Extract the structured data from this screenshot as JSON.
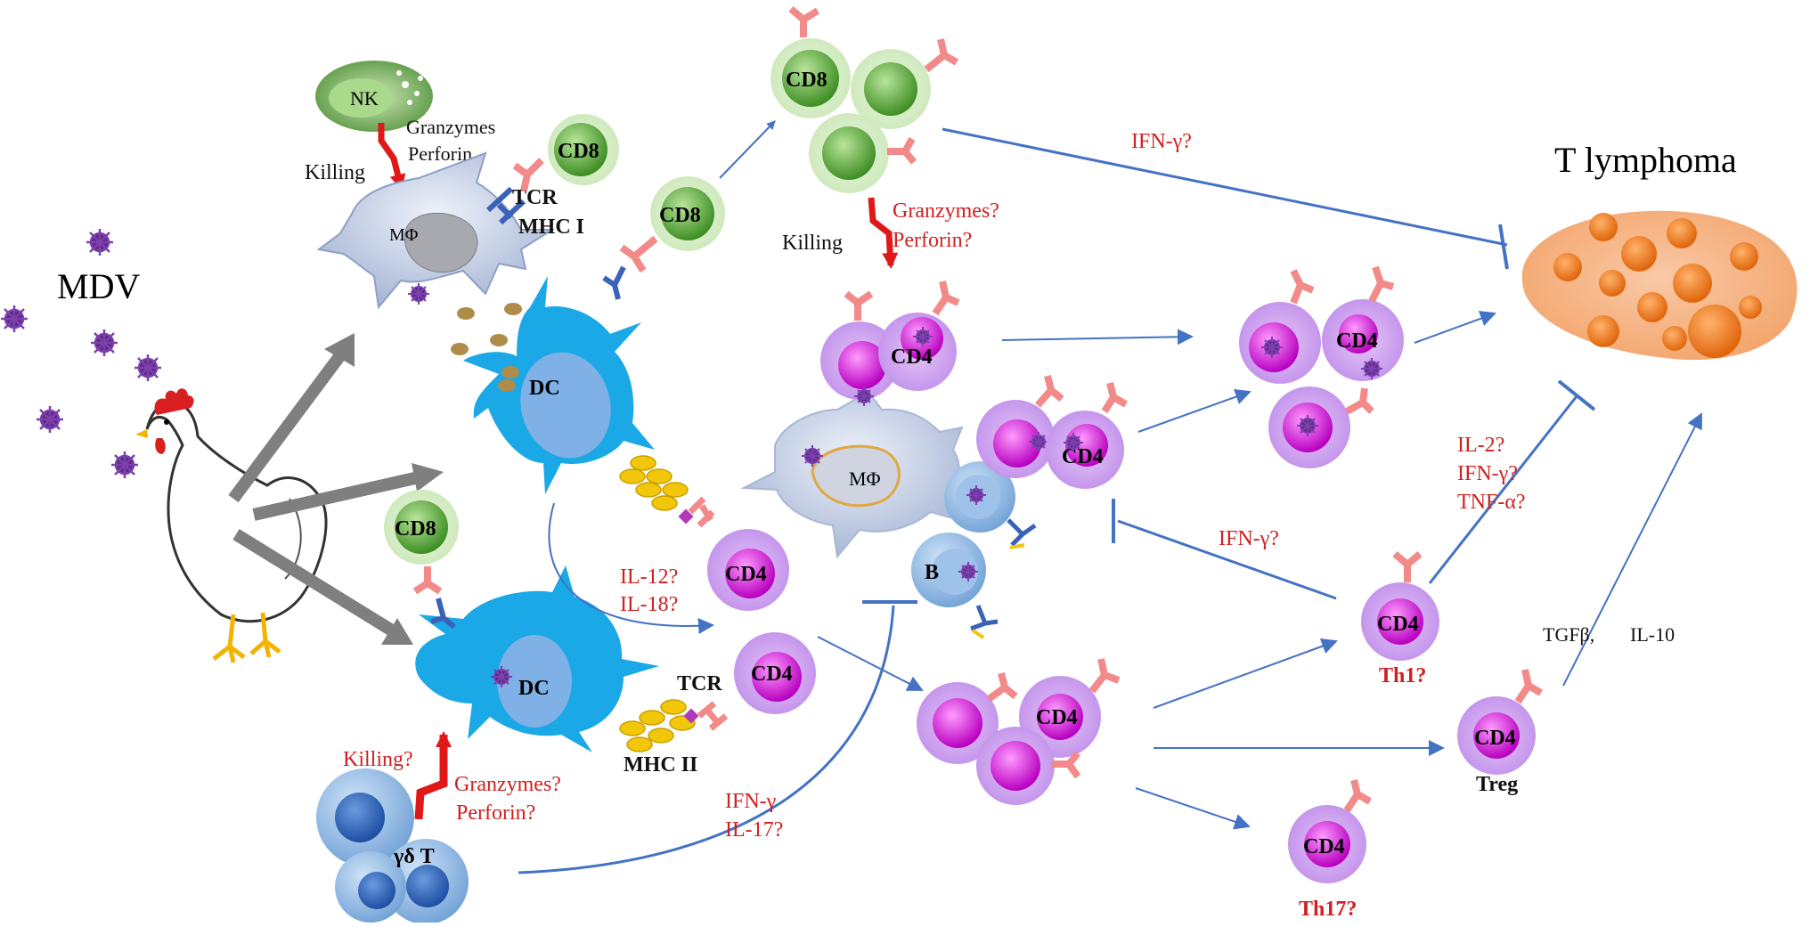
{
  "title": "T lymphoma",
  "virus_label": "MDV",
  "colors": {
    "accent_red": "#d02020",
    "arrow_blue": "#4472c4",
    "inhibit_blue": "#4472c4",
    "big_arrow_gray": "#7f7f7f",
    "cd8_green": "#5aa832",
    "cd4_magenta": "#d21bd2",
    "dc_cyan": "#1aa8e6",
    "virus_purple": "#5b2c83"
  },
  "cells": {
    "nk": "NK",
    "mphi_top": "MΦ",
    "mphi_mid": "MΦ",
    "dc_top": "DC",
    "dc_bottom": "DC",
    "gd_t": "γδ T",
    "b_cell": "B",
    "cd8_a": "CD8",
    "cd8_b": "CD8",
    "cd8_c": "CD8",
    "cd8_d": "CD8",
    "cd4_a": "CD4",
    "cd4_b": "CD4",
    "cd4_c": "CD4",
    "cd4_d": "CD4",
    "cd4_e": "CD4",
    "cd4_f": "CD4",
    "cd4_g": "CD4",
    "cd4_h": "CD4",
    "cd4_i": "CD4"
  },
  "labels": {
    "granzymes_nk": "Granzymes",
    "perforin_nk": "Perforin",
    "killing_nk": "Killing",
    "tcr_top": "TCR",
    "mhc_i": "MHC I",
    "ifn_top": "IFN-γ?",
    "granzymes_cd8": "Granzymes?",
    "perforin_cd8": "Perforin?",
    "killing_cd8": "Killing",
    "il12": "IL-12?",
    "il18": "IL-18?",
    "ifn_mid": "IFN-γ?",
    "il2": "IL-2?",
    "ifn_right": "IFN-γ?",
    "tnf": "TNF-α?",
    "tgfb": "TGFβ,",
    "il10": "IL-10",
    "th1": "Th1?",
    "treg": "Treg",
    "th17": "Th17?",
    "tcr_bottom": "TCR",
    "mhc_ii": "MHC II",
    "killing_gd": "Killing?",
    "granzymes_gd": "Granzymes?",
    "perforin_gd": "Perforin?",
    "ifn_gd": "IFN-γ",
    "il17": "IL-17?"
  }
}
